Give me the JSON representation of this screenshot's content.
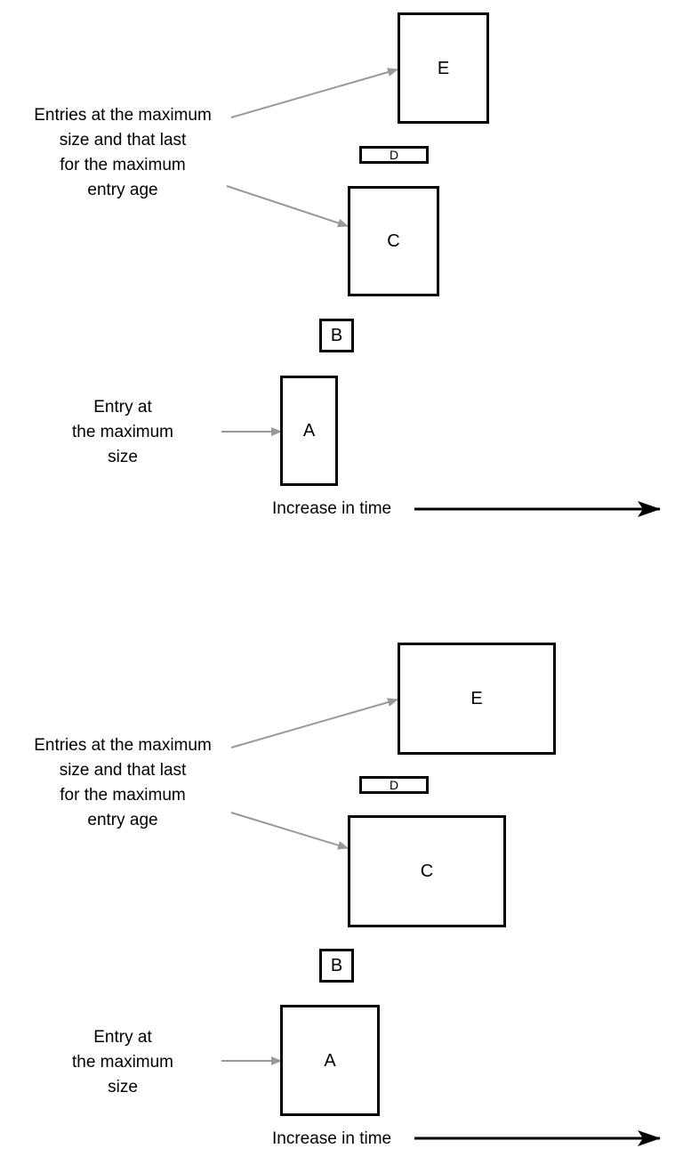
{
  "panels": [
    {
      "blocks": {
        "a": "A",
        "b": "B",
        "c": "C",
        "d": "D",
        "e": "E"
      },
      "note_max_age": [
        "Entries at the maximum",
        "size and that last",
        "for the maximum",
        "entry age"
      ],
      "note_max_size": [
        "Entry at",
        "the maximum",
        "size"
      ],
      "time_label": "Increase in time"
    },
    {
      "blocks": {
        "a": "A",
        "b": "B",
        "c": "C",
        "d": "D",
        "e": "E"
      },
      "note_max_age": [
        "Entries at the maximum",
        "size and that last",
        "for the maximum",
        "entry age"
      ],
      "note_max_size": [
        "Entry at",
        "the maximum",
        "size"
      ],
      "time_label": "Increase in time"
    }
  ],
  "colors": {
    "box_border": "#000000",
    "pointer_arrow": "#999999",
    "time_arrow": "#000000"
  }
}
